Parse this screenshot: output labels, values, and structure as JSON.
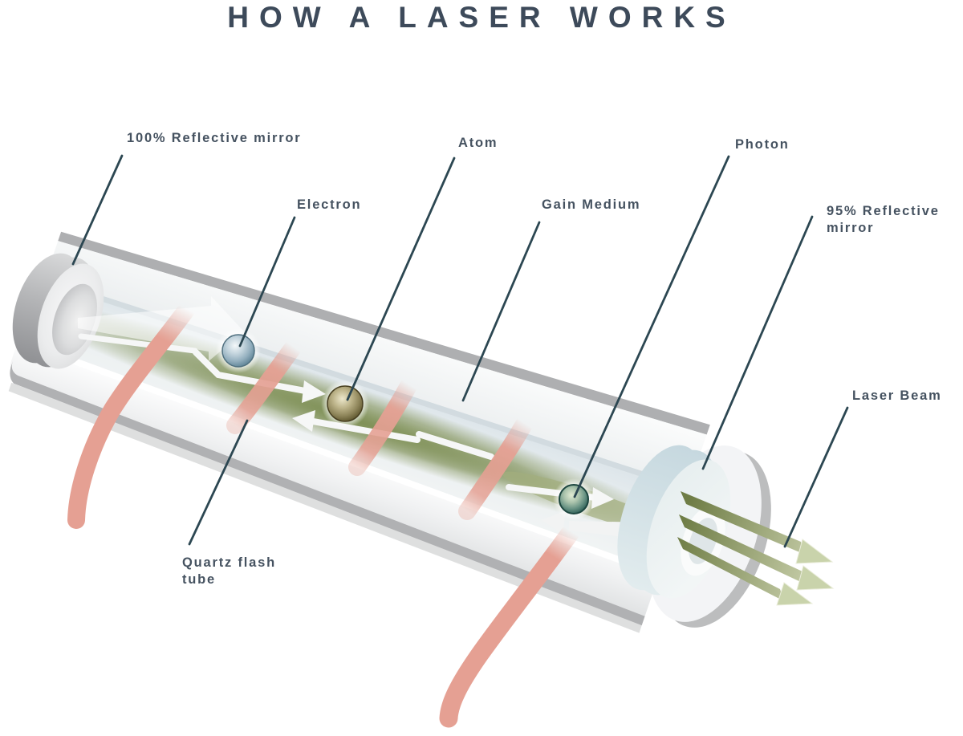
{
  "title": "HOW A LASER WORKS",
  "labels": {
    "mirror_100": "100% Reflective mirror",
    "electron": "Electron",
    "atom": "Atom",
    "gain_medium": "Gain Medium",
    "photon": "Photon",
    "mirror_95": "95% Reflective\nmirror",
    "laser_beam": "Laser Beam",
    "quartz_flash_tube": "Quartz flash\ntube"
  },
  "colors": {
    "background": "#FFFFFF",
    "title_text": "#3D4A5A",
    "label_text": "#455260",
    "leader_line": "#2C4752",
    "coil_pink": "#E5A093",
    "gain_green": "#8C9C68",
    "beam_olive": "#6F7D46",
    "beam_head": "#C9D3AB",
    "electron_blue": "#7FA3B5",
    "atom_olive": "#7C7550",
    "photon_teal": "#2F6057",
    "mirror100_gray": "#A9AAAC",
    "mirror95_blue": "#D2E0E5",
    "shell_white": "#F3F4F5"
  }
}
